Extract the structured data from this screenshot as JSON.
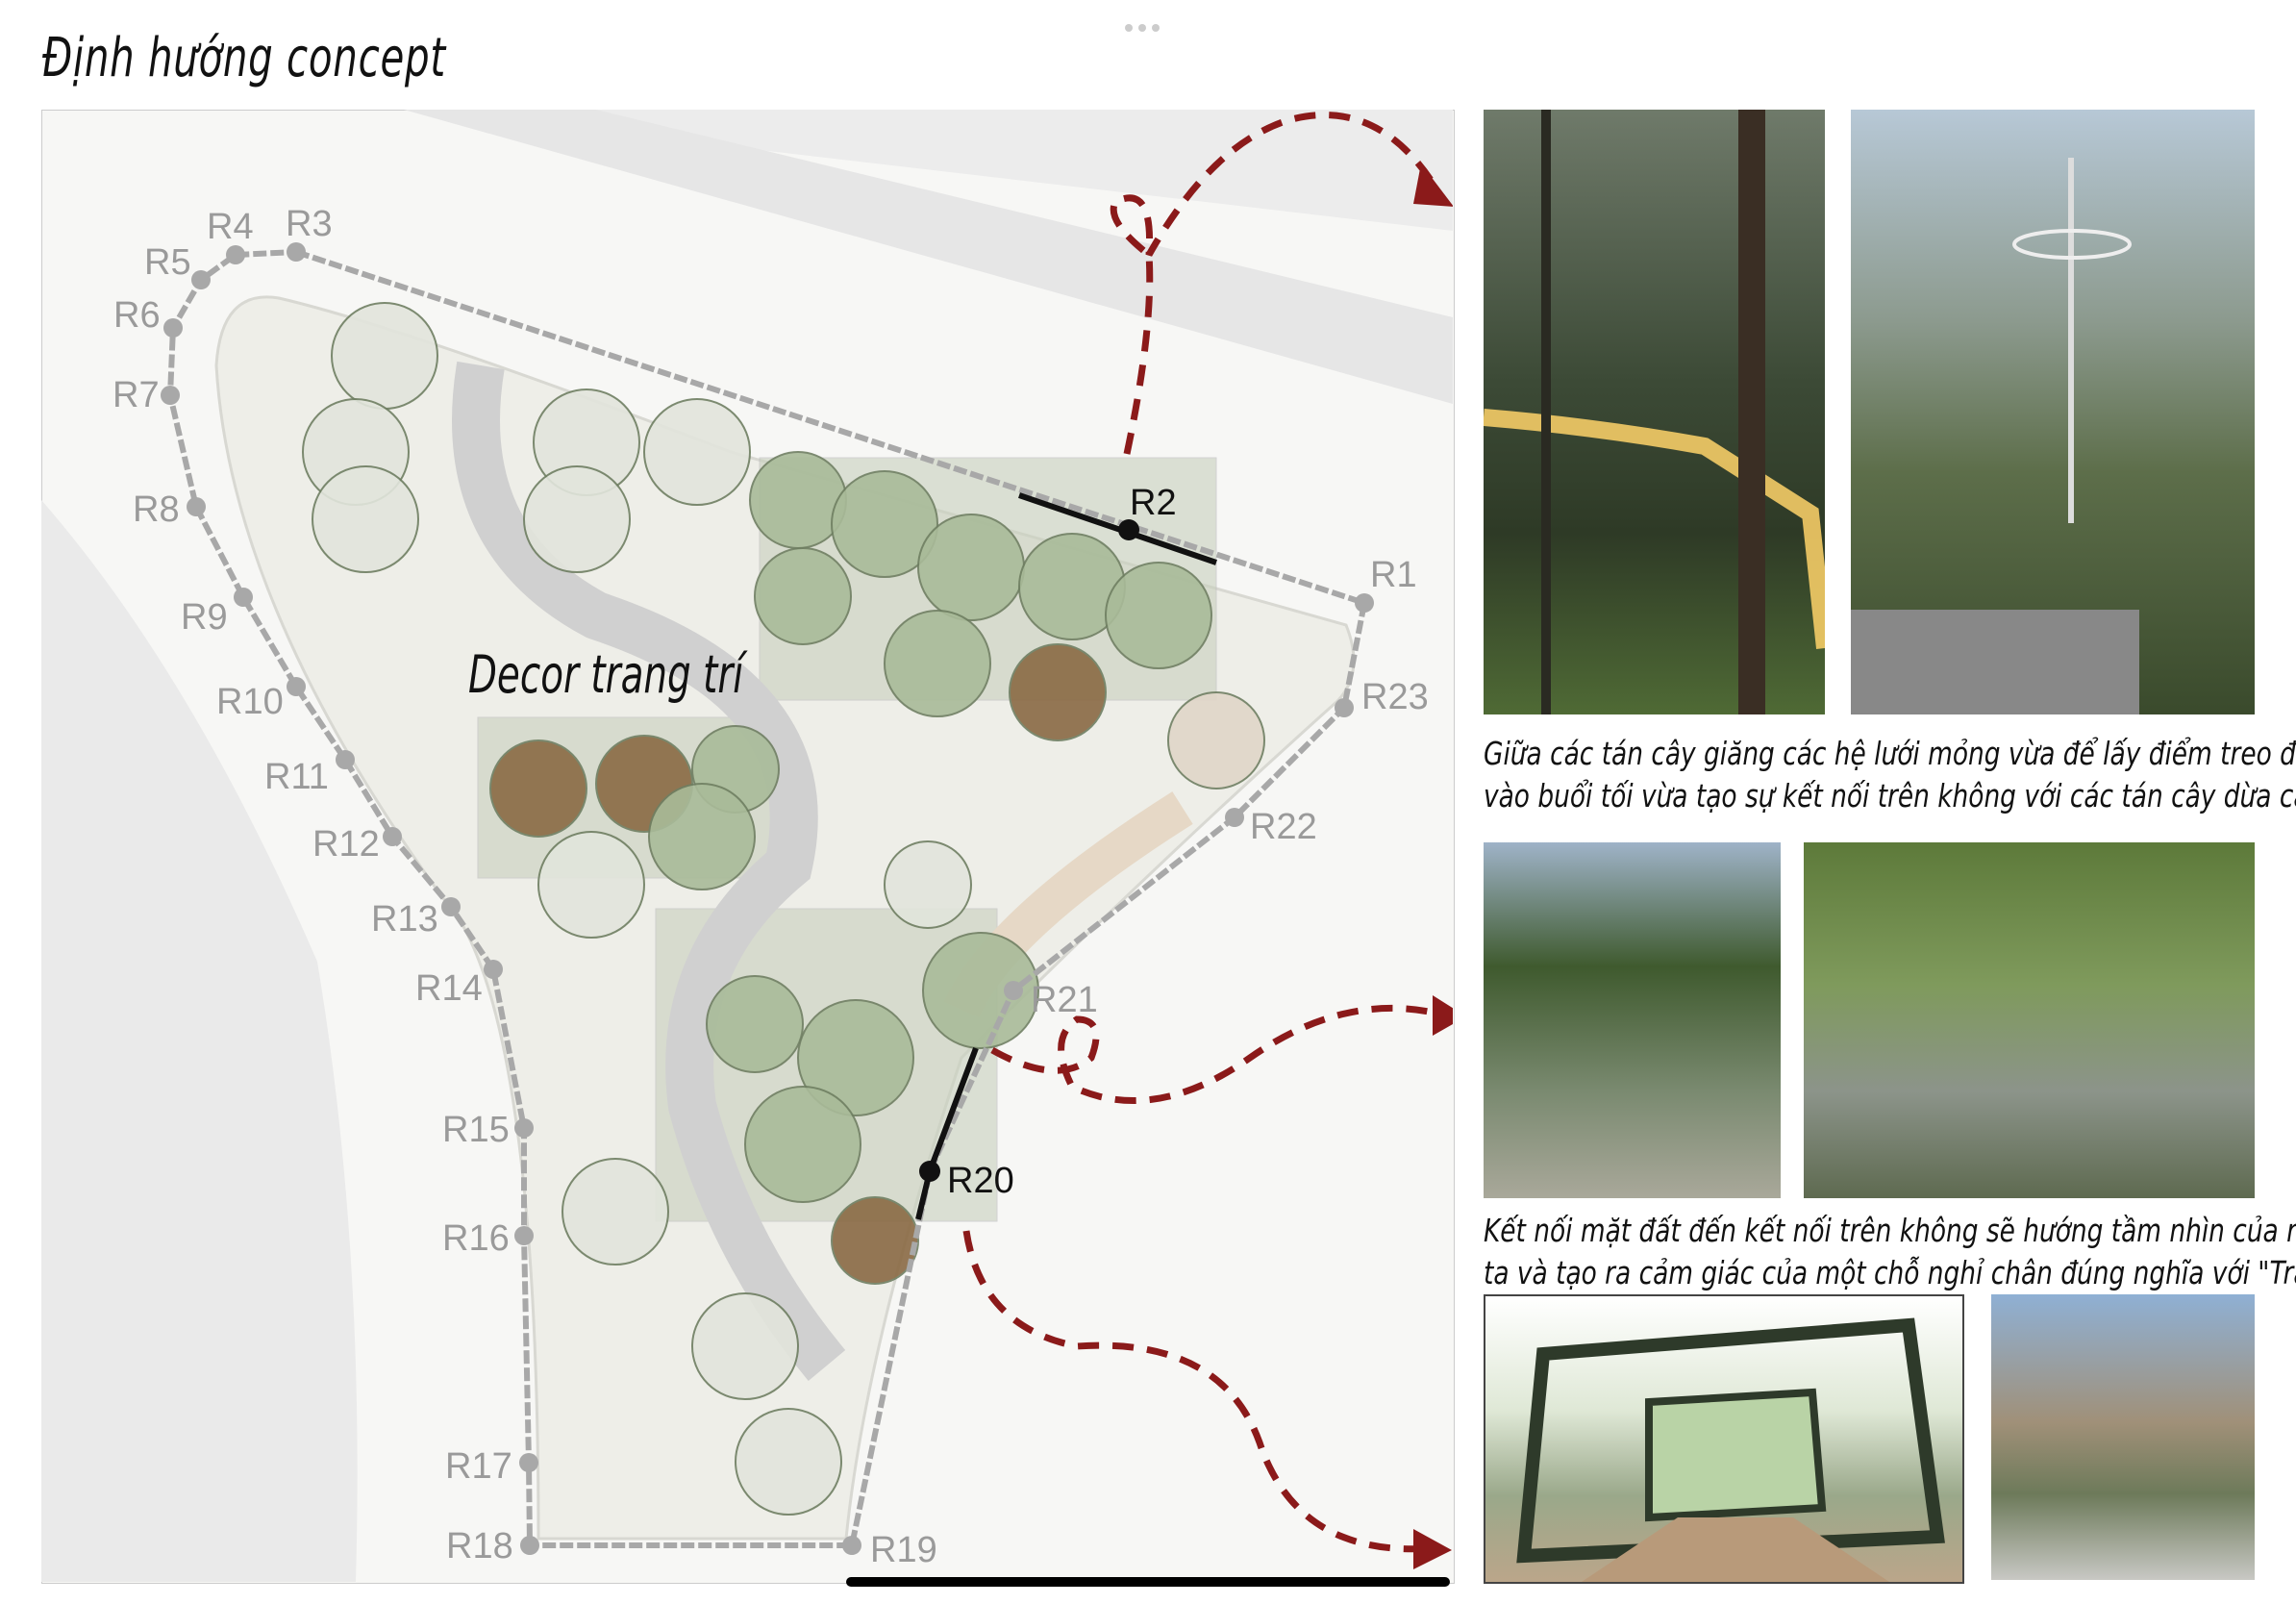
{
  "title": "Định hướng concept",
  "plan": {
    "decor_label": "Decor trang trí",
    "route_points": [
      {
        "id": "R1",
        "label": "R1",
        "highlight": false
      },
      {
        "id": "R2",
        "label": "R2",
        "highlight": true
      },
      {
        "id": "R3",
        "label": "R3",
        "highlight": false
      },
      {
        "id": "R4",
        "label": "R4",
        "highlight": false
      },
      {
        "id": "R5",
        "label": "R5",
        "highlight": false
      },
      {
        "id": "R6",
        "label": "R6",
        "highlight": false
      },
      {
        "id": "R7",
        "label": "R7",
        "highlight": false
      },
      {
        "id": "R8",
        "label": "R8",
        "highlight": false
      },
      {
        "id": "R9",
        "label": "R9",
        "highlight": false
      },
      {
        "id": "R10",
        "label": "R10",
        "highlight": false
      },
      {
        "id": "R11",
        "label": "R11",
        "highlight": false
      },
      {
        "id": "R12",
        "label": "R12",
        "highlight": false
      },
      {
        "id": "R13",
        "label": "R13",
        "highlight": false
      },
      {
        "id": "R14",
        "label": "R14",
        "highlight": false
      },
      {
        "id": "R15",
        "label": "R15",
        "highlight": false
      },
      {
        "id": "R16",
        "label": "R16",
        "highlight": false
      },
      {
        "id": "R17",
        "label": "R17",
        "highlight": false
      },
      {
        "id": "R18",
        "label": "R18",
        "highlight": false
      },
      {
        "id": "R19",
        "label": "R19",
        "highlight": false
      },
      {
        "id": "R20",
        "label": "R20",
        "highlight": true
      },
      {
        "id": "R21",
        "label": "R21",
        "highlight": false
      },
      {
        "id": "R22",
        "label": "R22",
        "highlight": false
      },
      {
        "id": "R23",
        "label": "R23",
        "highlight": false
      }
    ],
    "arrow_color": "#8b1a1a"
  },
  "captions": {
    "canopy_net": [
      "Giữa các tán cây giăng các hệ lưới mỏng vừa để lấy điểm treo đèn",
      "vào buổi tối vừa tạo sự kết nối trên không với các tán cây dừa cao"
    ],
    "ground_to_air": [
      "Kết nối mặt đất đến kết nối trên không sẽ hướng tầm nhìn của người",
      "ta và tạo ra cảm giác của một chỗ nghỉ chân đúng nghĩa với \"Trạm\""
    ]
  }
}
